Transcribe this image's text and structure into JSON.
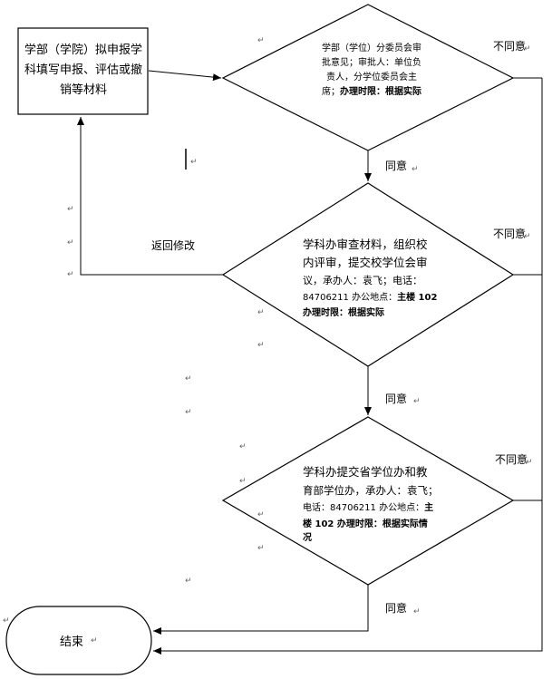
{
  "start_box": {
    "lines": [
      "学部（学院）拟申报学",
      "科填写申报、评估或撤",
      "销等材料"
    ]
  },
  "decision1": {
    "lines": [
      "学部（学位）分委员会审",
      "批意见；审批人：单位负",
      "责人，分学位委员会主"
    ],
    "line4_normal": "席；",
    "line4_bold": "办理时限：根据实际"
  },
  "decision2": {
    "lines": [
      "学科办审查材料，组织校",
      "内评审，提交校学位会审",
      "议，承办人：袁飞；电话："
    ],
    "line4_normal": "84706211 办公地点：",
    "line4_bold": "主楼 102",
    "line5_bold": "办理时限：根据实际"
  },
  "decision3": {
    "lines": [
      "学科办提交省学位办和教",
      "育部学位办，承办人：袁飞；"
    ],
    "line3_normal": "电话：84706211 办公地点：",
    "line3_bold": "主",
    "line4_bold": "楼 102 办理时限：根据实际情",
    "line5_bold": "况"
  },
  "end_terminal": {
    "label": "结束"
  },
  "labels": {
    "disagree": "不同意",
    "agree": "同意",
    "return": "返回修改"
  },
  "colors": {
    "stroke": "#000000",
    "background": "#ffffff"
  }
}
